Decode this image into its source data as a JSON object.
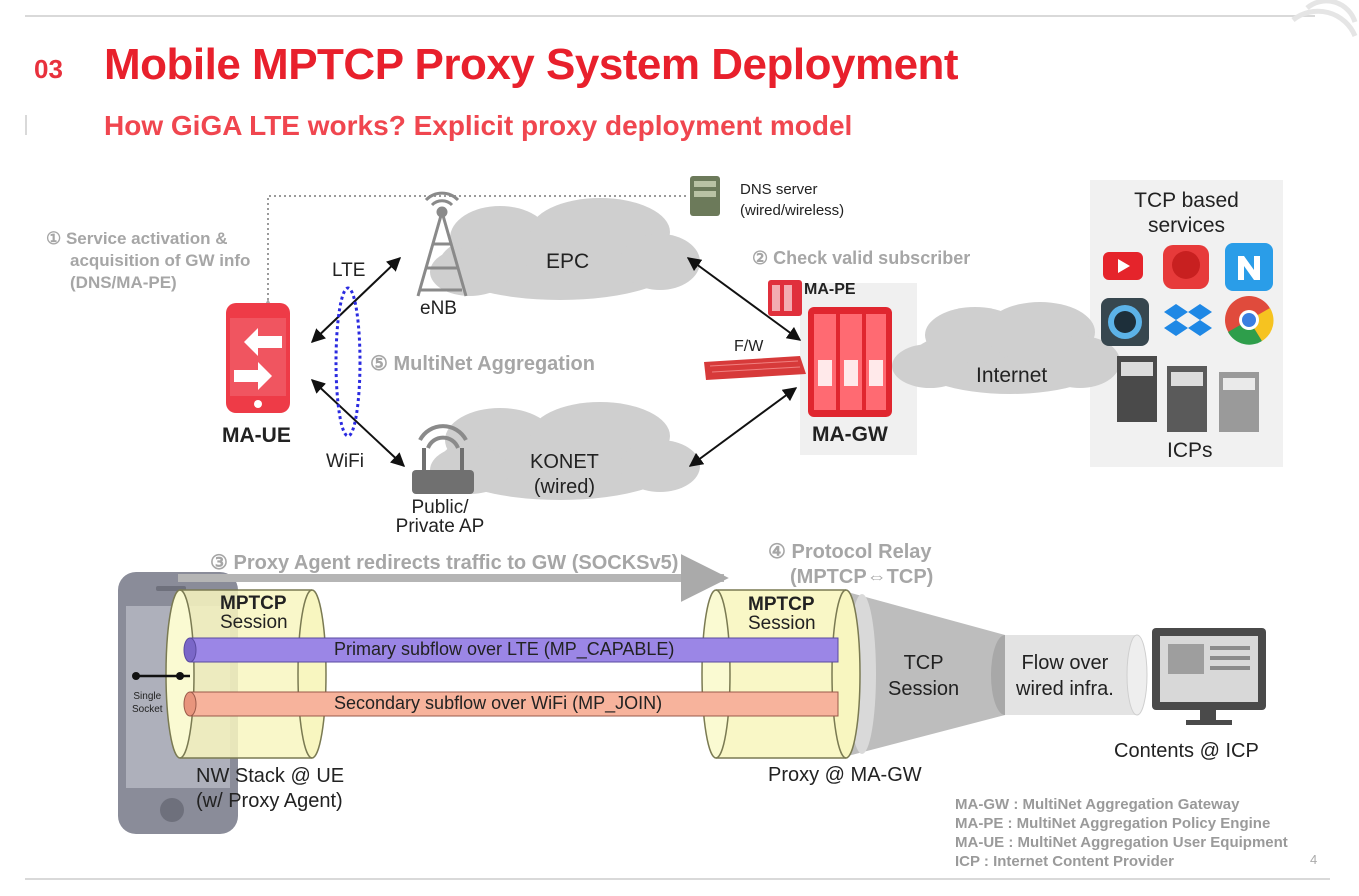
{
  "header": {
    "section_number": "03",
    "title": "Mobile MPTCP Proxy System Deployment",
    "subtitle": "How GiGA LTE works? Explicit proxy deployment model"
  },
  "top": {
    "dns": {
      "line1": "DNS server",
      "line2": "(wired/wireless)"
    },
    "step1": {
      "line1": "① Service activation &",
      "line2": "acquisition of GW info",
      "line3": "(DNS/MA-PE)"
    },
    "step2": "② Check valid subscriber",
    "step5": "⑤ MultiNet Aggregation",
    "lte": "LTE",
    "wifi": "WiFi",
    "enb": "eNB",
    "epc": "EPC",
    "konet": {
      "line1": "KONET",
      "line2": "(wired)"
    },
    "ap": {
      "line1": "Public/",
      "line2": "Private AP"
    },
    "ma_ue": "MA-UE",
    "ma_pe": "MA-PE",
    "fw": "F/W",
    "ma_gw": "MA-GW",
    "internet": "Internet",
    "services": {
      "line1": "TCP based",
      "line2": "services",
      "icps": "ICPs"
    }
  },
  "bottom": {
    "step3": "③ Proxy Agent redirects traffic to GW (SOCKSv5)",
    "step4": {
      "line1": "④ Protocol Relay",
      "line2": "(MPTCP⇔TCP)"
    },
    "mptcp_left": {
      "line1": "MPTCP",
      "line2": "Session"
    },
    "mptcp_right": {
      "line1": "MPTCP",
      "line2": "Session"
    },
    "primary": "Primary subflow over LTE (MP_CAPABLE)",
    "secondary": "Secondary subflow over WiFi (MP_JOIN)",
    "single_socket": {
      "line1": "Single",
      "line2": "Socket"
    },
    "tcp_session": {
      "line1": "TCP",
      "line2": "Session"
    },
    "flow": {
      "line1": "Flow over",
      "line2": "wired infra."
    },
    "contents": "Contents @ ICP",
    "nw_stack": {
      "line1": "NW Stack @ UE",
      "line2": "(w/ Proxy Agent)"
    },
    "proxy": "Proxy @ MA-GW"
  },
  "legend": [
    "MA-GW : MultiNet Aggregation Gateway",
    "MA-PE : MultiNet Aggregation Policy Engine",
    "MA-UE : MultiNet Aggregation User Equipment",
    "ICP : Internet Content Provider"
  ],
  "page_number": "4",
  "colors": {
    "accent": "#e8202c",
    "primary_flow": "#9b86e6",
    "secondary_flow": "#f7b39c"
  }
}
